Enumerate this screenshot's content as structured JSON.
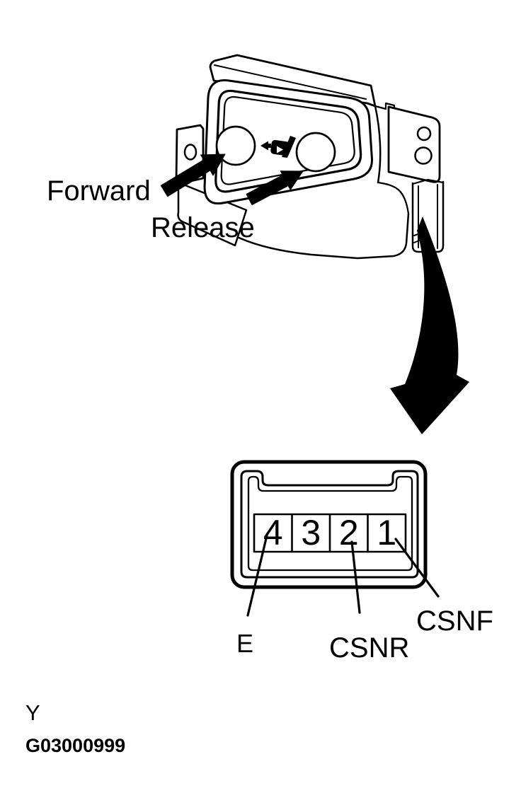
{
  "figure": {
    "title_hint": "Seat switch and connector pinout illustration",
    "colors": {
      "line": "#000000",
      "background": "#ffffff"
    },
    "switch_view": {
      "labels": {
        "forward": "Forward",
        "release": "Release"
      },
      "icons": {
        "forward_arrow": "solid-black-arrow-pointing-upper-right",
        "release_arrow": "solid-black-arrow-pointing-upper-right",
        "seat_symbol": "seat-silhouette-with-direction-arrow",
        "connector_pointer": "curved-black-arrow-pointing-down-to-connector"
      }
    },
    "connector_view": {
      "pins": [
        "4",
        "3",
        "2",
        "1"
      ],
      "pin_labels": [
        {
          "pin": "4",
          "label": "E"
        },
        {
          "pin": "2",
          "label": "CSNR"
        },
        {
          "pin": "1",
          "label": "CSNF"
        }
      ]
    },
    "footer": {
      "marker": "Y",
      "figure_code": "G03000999"
    }
  }
}
